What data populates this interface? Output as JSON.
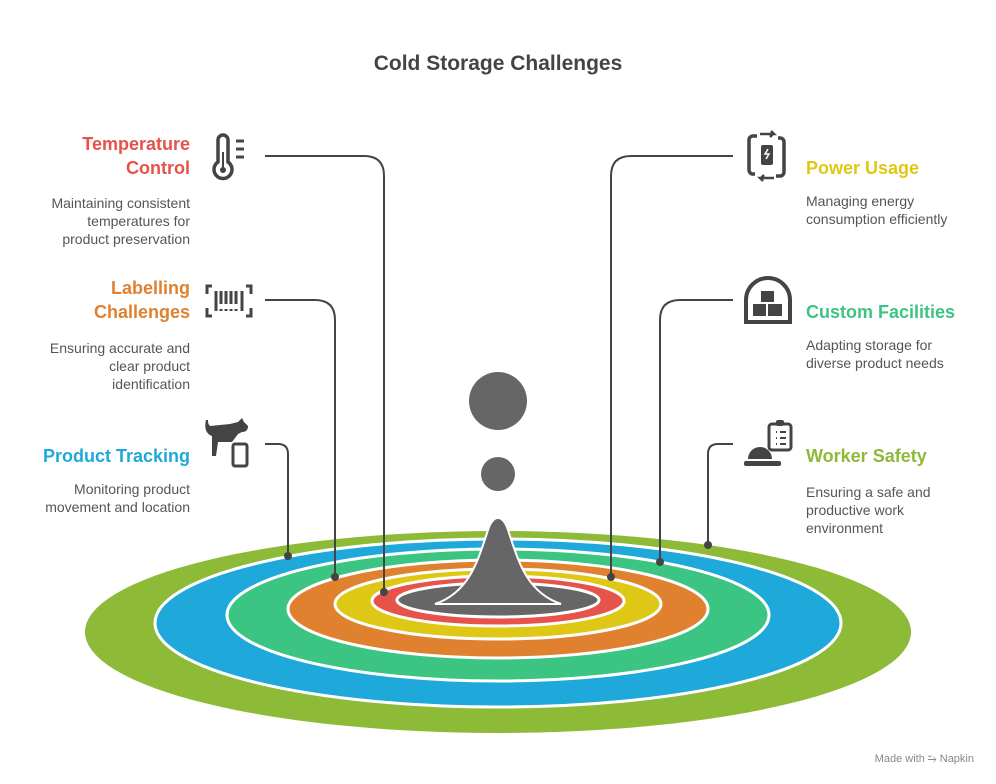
{
  "title": "Cold Storage Challenges",
  "items": [
    {
      "title": "Temperature Control",
      "title_lines": [
        "Temperature",
        "Control"
      ],
      "desc_lines": [
        "Maintaining consistent",
        "temperatures for",
        "product preservation"
      ],
      "color": "#E5534B",
      "icon": "thermometer-icon"
    },
    {
      "title": "Labelling Challenges",
      "title_lines": [
        "Labelling",
        "Challenges"
      ],
      "desc_lines": [
        "Ensuring accurate and",
        "clear product",
        "identification"
      ],
      "color": "#E08130",
      "icon": "barcode-scan-icon"
    },
    {
      "title": "Product Tracking",
      "title_lines": [
        "Product Tracking"
      ],
      "desc_lines": [
        "Monitoring product",
        "movement and location"
      ],
      "color": "#1EA9DA",
      "icon": "pet-tracker-icon"
    },
    {
      "title": "Power Usage",
      "title_lines": [
        "Power Usage"
      ],
      "desc_lines": [
        "Managing energy",
        "consumption efficiently"
      ],
      "color": "#DFC815",
      "icon": "battery-cycle-icon"
    },
    {
      "title": "Custom Facilities",
      "title_lines": [
        "Custom Facilities"
      ],
      "desc_lines": [
        "Adapting storage for",
        "diverse product needs"
      ],
      "color": "#3CC482",
      "icon": "warehouse-icon"
    },
    {
      "title": "Worker Safety",
      "title_lines": [
        "Worker Safety"
      ],
      "desc_lines": [
        "Ensuring a safe and",
        "productive work",
        "environment"
      ],
      "color": "#8DBA37",
      "icon": "hardhat-clipboard-icon"
    }
  ],
  "footer": "Made with ⥲ Napkin"
}
